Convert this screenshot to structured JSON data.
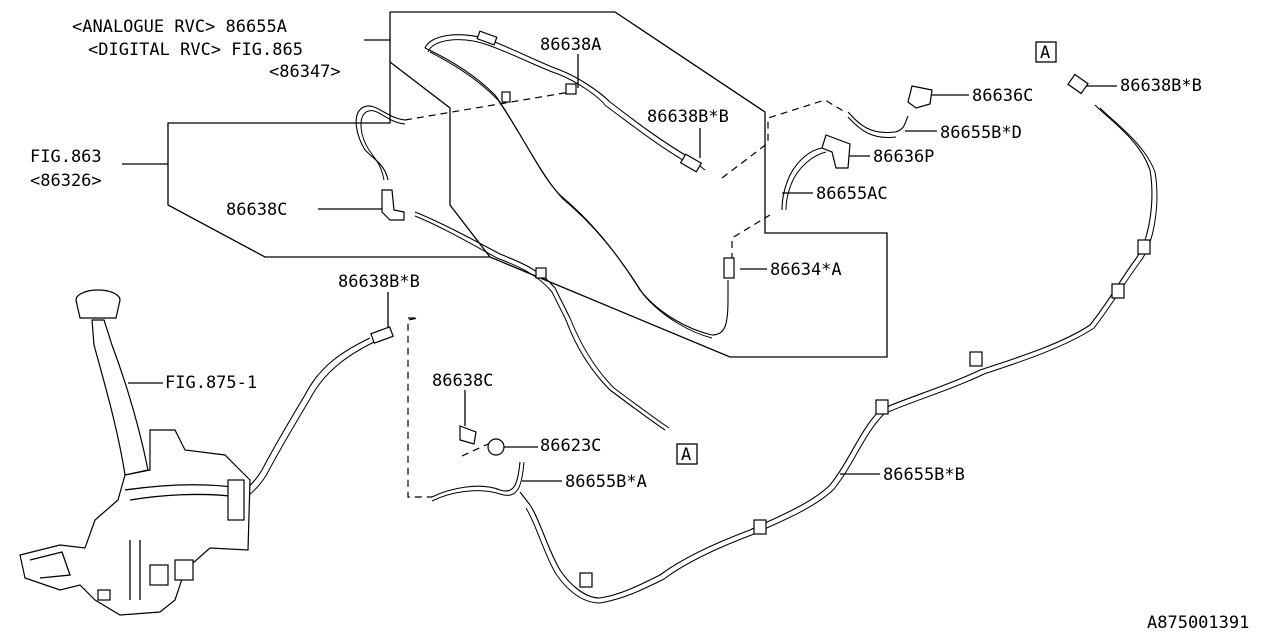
{
  "labels": {
    "analogue_rvc": "<ANALOGUE RVC> 86655A",
    "digital_rvc": "<DIGITAL RVC> FIG.865",
    "ref_86347": "<86347>",
    "fig863": "FIG.863",
    "ref_86326": "<86326>",
    "p86638A": "86638A",
    "p86638BB_top": "86638B*B",
    "p86638C_top": "86638C",
    "p86638BB_mid": "86638B*B",
    "fig875": "FIG.875-1",
    "p86638C_bot": "86638C",
    "p86623C": "86623C",
    "p86655BA": "86655B*A",
    "p86636C": "86636C",
    "p86655BD": "86655B*D",
    "p86636P": "86636P",
    "p86655AC": "86655AC",
    "p86634A": "86634*A",
    "p86638BB_right": "86638B*B",
    "p86655BB": "86655B*B",
    "box_a_1": "A",
    "box_a_2": "A",
    "diagram_id": "A875001391"
  }
}
